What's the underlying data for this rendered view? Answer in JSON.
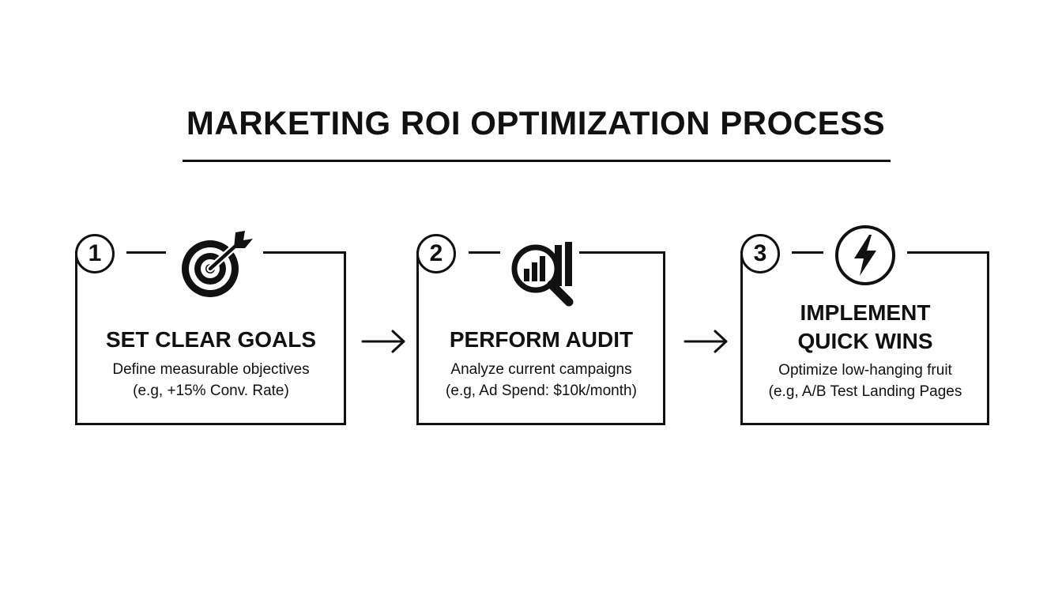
{
  "title": "MARKETING ROI OPTIMIZATION PROCESS",
  "steps": [
    {
      "number": "1",
      "icon": "target-icon",
      "title": "SET CLEAR GOALS",
      "description": "Define measurable objectives",
      "example": "(e.g, +15% Conv. Rate)"
    },
    {
      "number": "2",
      "icon": "audit-magnifier-icon",
      "title": "PERFORM AUDIT",
      "description": "Analyze current campaigns",
      "example": "(e.g, Ad Spend: $10k/month)"
    },
    {
      "number": "3",
      "icon": "lightning-icon",
      "title": "IMPLEMENT\nQUICK WINS",
      "description": "Optimize low-hanging fruit",
      "example": "(e.g, A/B Test Landing Pages"
    }
  ],
  "colors": {
    "ink": "#111111",
    "background": "#fefefe"
  }
}
